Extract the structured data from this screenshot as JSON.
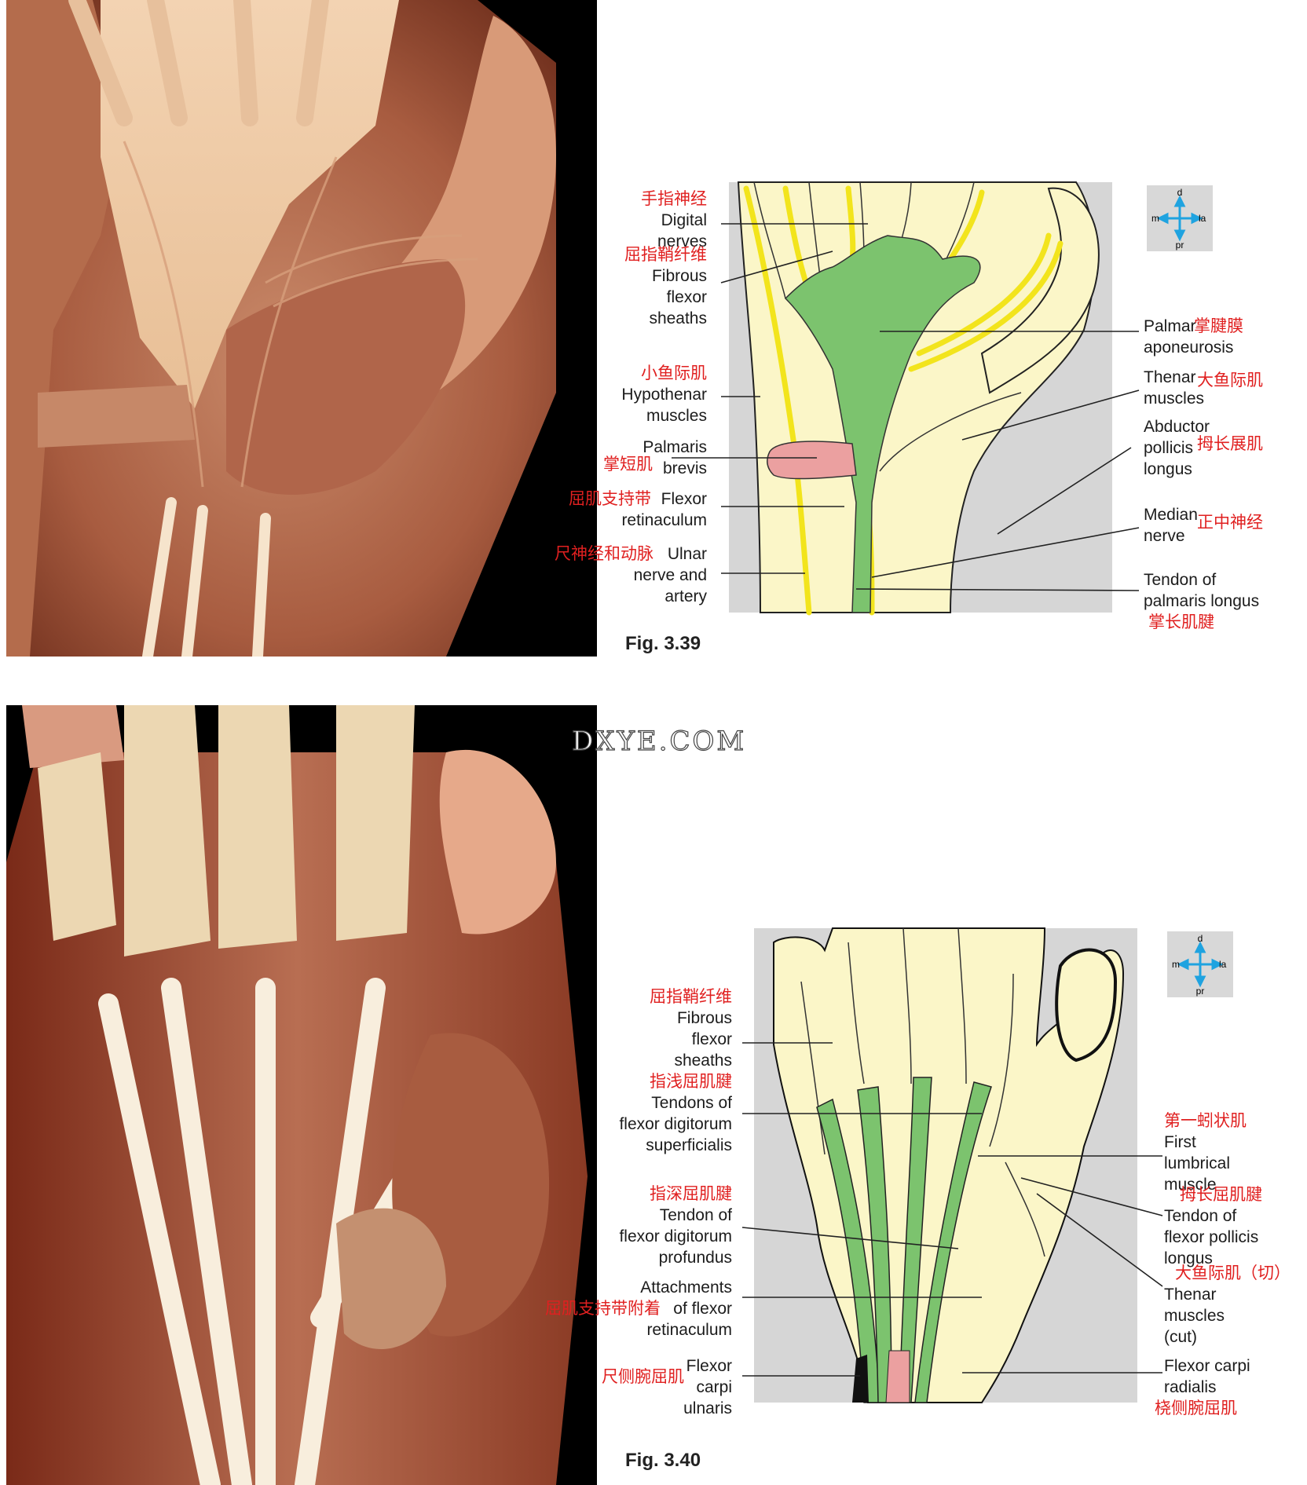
{
  "watermark": "DXYE.COM",
  "compass": {
    "d": "d",
    "pr": "pr",
    "m": "m",
    "la": "la",
    "arrow_color": "#1fa3e0"
  },
  "fig1": {
    "caption": "Fig. 3.39",
    "labels": [
      {
        "id": "digital-nerves",
        "en": "Digital\nnerves",
        "cn": "手指神经"
      },
      {
        "id": "fibrous-flexor-sheaths",
        "en": "Fibrous\nflexor\nsheaths",
        "cn": "屈指鞘纤维"
      },
      {
        "id": "hypothenar-muscles",
        "en": "Hypothenar\nmuscles",
        "cn": "小鱼际肌"
      },
      {
        "id": "palmaris-brevis",
        "en": "Palmaris\nbrevis",
        "cn": "掌短肌"
      },
      {
        "id": "flexor-retinaculum",
        "en": "Flexor\nretinaculum",
        "cn": "屈肌支持带"
      },
      {
        "id": "ulnar-nerve-artery",
        "en": "Ulnar\nnerve and\nartery",
        "cn": "尺神经和动脉"
      },
      {
        "id": "palmar-aponeurosis",
        "en": "Palmar\naponeurosis",
        "cn": "掌腱膜"
      },
      {
        "id": "thenar-muscles",
        "en": "Thenar\nmuscles",
        "cn": "大鱼际肌"
      },
      {
        "id": "abductor-pollicis-longus",
        "en": "Abductor\npollicis\nlongus",
        "cn": "拇长展肌"
      },
      {
        "id": "median-nerve",
        "en": "Median\nnerve",
        "cn": "正中神经"
      },
      {
        "id": "tendon-palmaris-longus",
        "en": "Tendon of\npalmaris longus",
        "cn": "掌长肌腱"
      }
    ]
  },
  "fig2": {
    "caption": "Fig. 3.40",
    "labels": [
      {
        "id": "fibrous-flexor-sheaths-2",
        "en": "Fibrous\nflexor\nsheaths",
        "cn": "屈指鞘纤维"
      },
      {
        "id": "tendons-fds",
        "en": "Tendons of\nflexor digitorum\nsuperficialis",
        "cn": "指浅屈肌腱"
      },
      {
        "id": "tendon-fdp",
        "en": "Tendon of\nflexor digitorum\nprofundus",
        "cn": "指深屈肌腱"
      },
      {
        "id": "attachments-flexor-retinaculum",
        "en": "Attachments\nof flexor\nretinaculum",
        "cn": "屈肌支持带附着"
      },
      {
        "id": "flexor-carpi-ulnaris",
        "en": "Flexor\ncarpi\nulnaris",
        "cn": "尺侧腕屈肌"
      },
      {
        "id": "first-lumbrical",
        "en": "First\nlumbrical\nmuscle",
        "cn": "第一蚓状肌"
      },
      {
        "id": "tendon-fpl",
        "en": "Tendon of\nflexor pollicis\nlongus",
        "cn": "拇长屈肌腱"
      },
      {
        "id": "thenar-cut",
        "en": "Thenar\nmuscles\n(cut)",
        "cn": "大鱼际肌（切）"
      },
      {
        "id": "flexor-carpi-radialis",
        "en": "Flexor carpi\nradialis",
        "cn": "桡侧腕屈肌"
      }
    ]
  },
  "colors": {
    "aponeurosis": "#7cc36e",
    "nerve": "#f2e41c",
    "bone_tissue": "#fbf6c8",
    "background_panel": "#d6d6d6",
    "palmaris_brevis": "#eba0a0",
    "chinese_text": "#e02020"
  }
}
